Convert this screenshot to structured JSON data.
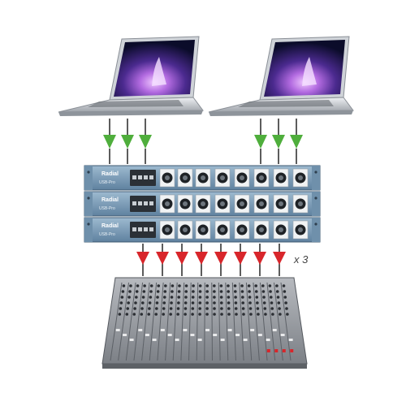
{
  "diagram": {
    "laptops": [
      {
        "name": "laptop-left",
        "screen": "desktop-wallpaper"
      },
      {
        "name": "laptop-right",
        "screen": "desktop-wallpaper"
      }
    ],
    "rack_units": [
      {
        "brand": "Radial",
        "model": "USB-Pro"
      },
      {
        "brand": "Radial",
        "model": "USB-Pro"
      },
      {
        "brand": "Radial",
        "model": "USB-Pro"
      }
    ],
    "connectors_per_unit": 8,
    "green_arrows_per_laptop": 3,
    "red_arrows": 8,
    "multiplier_label": "x 3",
    "mixer": {
      "channel_count": 24
    },
    "colors": {
      "green_arrow": "#4fae3c",
      "red_arrow": "#d8262b",
      "rack_face": "#7d9fba",
      "laptop_body": "#cfd3d8",
      "screen_glow": "#a45bd6",
      "mixer_body": "#8e9196"
    }
  }
}
